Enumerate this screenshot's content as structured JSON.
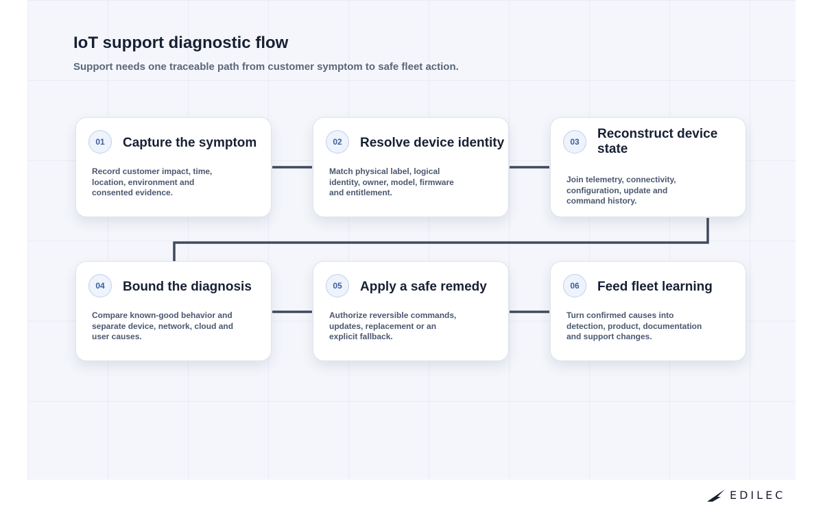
{
  "header": {
    "title": "IoT support diagnostic flow",
    "subtitle": "Support needs one traceable path from customer symptom to safe fleet action."
  },
  "steps": [
    {
      "number": "01",
      "title": "Capture the symptom",
      "description": "Record customer impact, time, location, environment and consented evidence."
    },
    {
      "number": "02",
      "title": "Resolve device identity",
      "description": "Match physical label, logical identity, owner, model, firmware and entitlement."
    },
    {
      "number": "03",
      "title": "Reconstruct device state",
      "description": "Join telemetry, connectivity, configuration, update and command history."
    },
    {
      "number": "04",
      "title": "Bound the diagnosis",
      "description": "Compare known-good behavior and separate device, network, cloud and user causes."
    },
    {
      "number": "05",
      "title": "Apply a safe remedy",
      "description": "Authorize reversible commands, updates, replacement or an explicit fallback."
    },
    {
      "number": "06",
      "title": "Feed fleet learning",
      "description": "Turn confirmed causes into detection, product, documentation and support changes."
    }
  ],
  "brand": {
    "logo_text": "EDILEC"
  },
  "colors": {
    "connector": "#3f4a5c",
    "accent": "#3b5f9c",
    "text": "#172033"
  }
}
